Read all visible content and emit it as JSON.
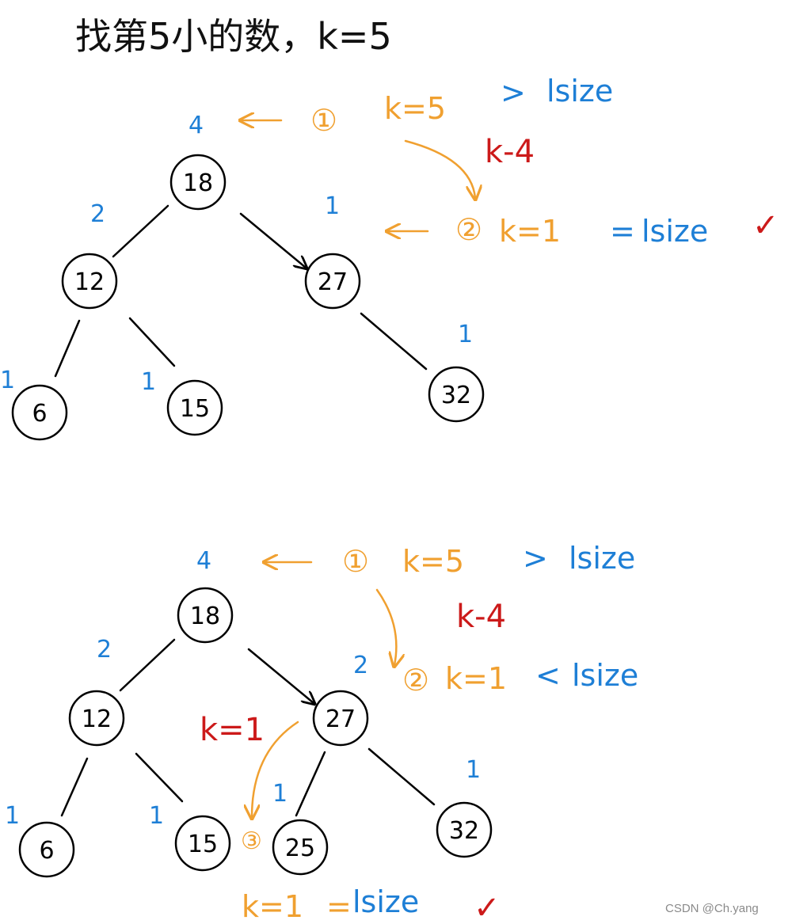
{
  "title": "找第5小的数，k=5",
  "colors": {
    "ink": "#000000",
    "size_blue": "#1e7fd6",
    "step_orange": "#f0a030",
    "note_red": "#cc1a1a"
  },
  "diagram1": {
    "nodes": {
      "n18": "18",
      "n12": "12",
      "n27": "27",
      "n6": "6",
      "n15": "15",
      "n32": "32"
    },
    "sizes": {
      "n18": "4",
      "n12": "2",
      "n27": "1",
      "n6": "1",
      "n15": "1",
      "n32": "1"
    },
    "step1": {
      "marker": "①",
      "expr": "k=5",
      "rel": ">",
      "ref": "lsize"
    },
    "subtract_note": "k-4",
    "step2": {
      "marker": "②",
      "expr": "k=1",
      "rel": "=",
      "ref": "lsize",
      "check": "✓"
    }
  },
  "diagram2": {
    "nodes": {
      "n18": "18",
      "n12": "12",
      "n27": "27",
      "n6": "6",
      "n15": "15",
      "n25": "25",
      "n32": "32"
    },
    "sizes": {
      "n18": "4",
      "n12": "2",
      "n27": "2",
      "n6": "1",
      "n15": "1",
      "n25": "1",
      "n32": "1"
    },
    "step1": {
      "marker": "①",
      "expr": "k=5",
      "rel": ">",
      "ref": "lsize"
    },
    "subtract_note": "k-4",
    "step2": {
      "marker": "②",
      "expr": "k=1",
      "rel": "<",
      "ref": "lsize"
    },
    "k_note": "k=1",
    "step3": {
      "marker": "③",
      "expr": "k=1",
      "rel": "=",
      "ref": "lsize",
      "check": "✓"
    }
  },
  "watermark": "CSDN @Ch.yang"
}
